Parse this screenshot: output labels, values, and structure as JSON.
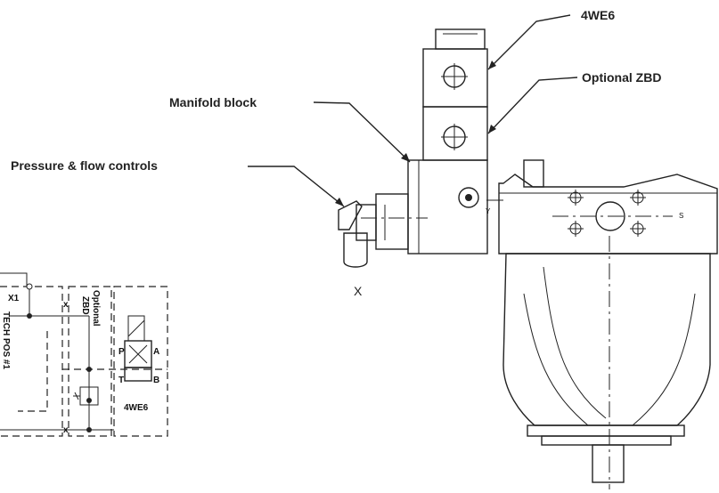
{
  "callouts": {
    "valve": "4WE6",
    "optional_zbd": "Optional ZBD",
    "manifold": "Manifold block",
    "controls": "Pressure & flow controls"
  },
  "port_labels": {
    "x_port": "X",
    "y_port": "Y",
    "s_port": "S"
  },
  "schematic": {
    "x1": "X1",
    "tech_pos": "TECH POS #1",
    "optional": "Optional",
    "zbd": "ZBD",
    "p": "P",
    "a": "A",
    "t": "T",
    "b": "B",
    "valve_code": "4WE6",
    "x_mark_1": "x",
    "x_mark_2": "x"
  }
}
